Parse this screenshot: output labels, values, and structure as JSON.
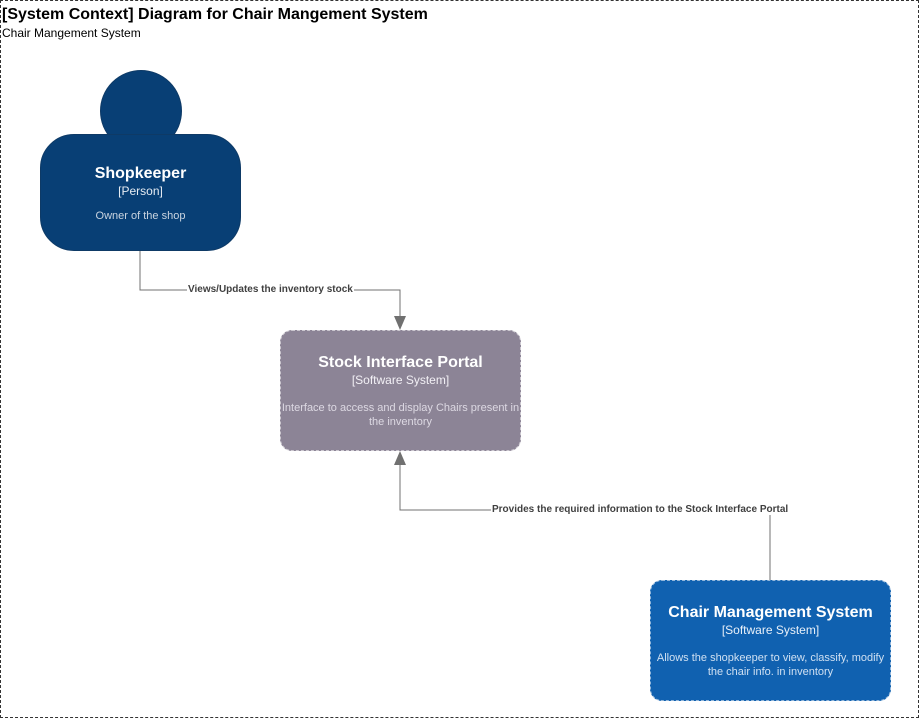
{
  "diagram": {
    "title": "[System Context] Diagram for Chair Mangement System",
    "subtitle": "Chair Mangement System"
  },
  "nodes": {
    "shopkeeper": {
      "name": "Shopkeeper",
      "type": "[Person]",
      "description": "Owner of the shop",
      "color": "#083f75"
    },
    "stock_portal": {
      "name": "Stock Interface Portal",
      "type": "[Software System]",
      "description": "Interface to access and display Chairs present in the inventory",
      "color": "#8c8496"
    },
    "chair_system": {
      "name": "Chair Management System",
      "type": "[Software System]",
      "description": "Allows the shopkeeper to view, classify, modify the chair info. in inventory",
      "color": "#1061b0"
    }
  },
  "edges": [
    {
      "label": "Views/Updates the inventory stock"
    },
    {
      "label": "Provides the required information to the Stock Interface Portal"
    }
  ],
  "colors": {
    "connector": "#707070"
  }
}
